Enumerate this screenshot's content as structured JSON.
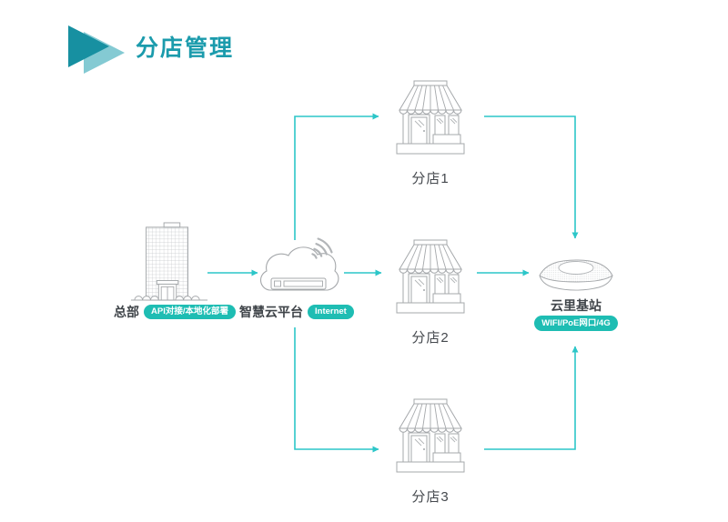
{
  "page": {
    "title": "分店管理"
  },
  "nodes": {
    "hq": {
      "label": "总部",
      "badge": "API对接/本地化部署"
    },
    "cloud": {
      "label": "智慧云平台",
      "badge": "Internet"
    },
    "branches": [
      {
        "label": "分店1"
      },
      {
        "label": "分店2"
      },
      {
        "label": "分店3"
      }
    ],
    "station": {
      "label": "云里基站",
      "badge": "WIFI/PoE网口/4G"
    }
  },
  "colors": {
    "accent": "#1b9bac",
    "arrow": "#2cc6c8",
    "badge": "#1ebdb3",
    "icon_stroke": "#a5a8ab",
    "label_text": "#3f4449",
    "tri_dark": "#1790a1",
    "tri_light": "#84cad3"
  }
}
